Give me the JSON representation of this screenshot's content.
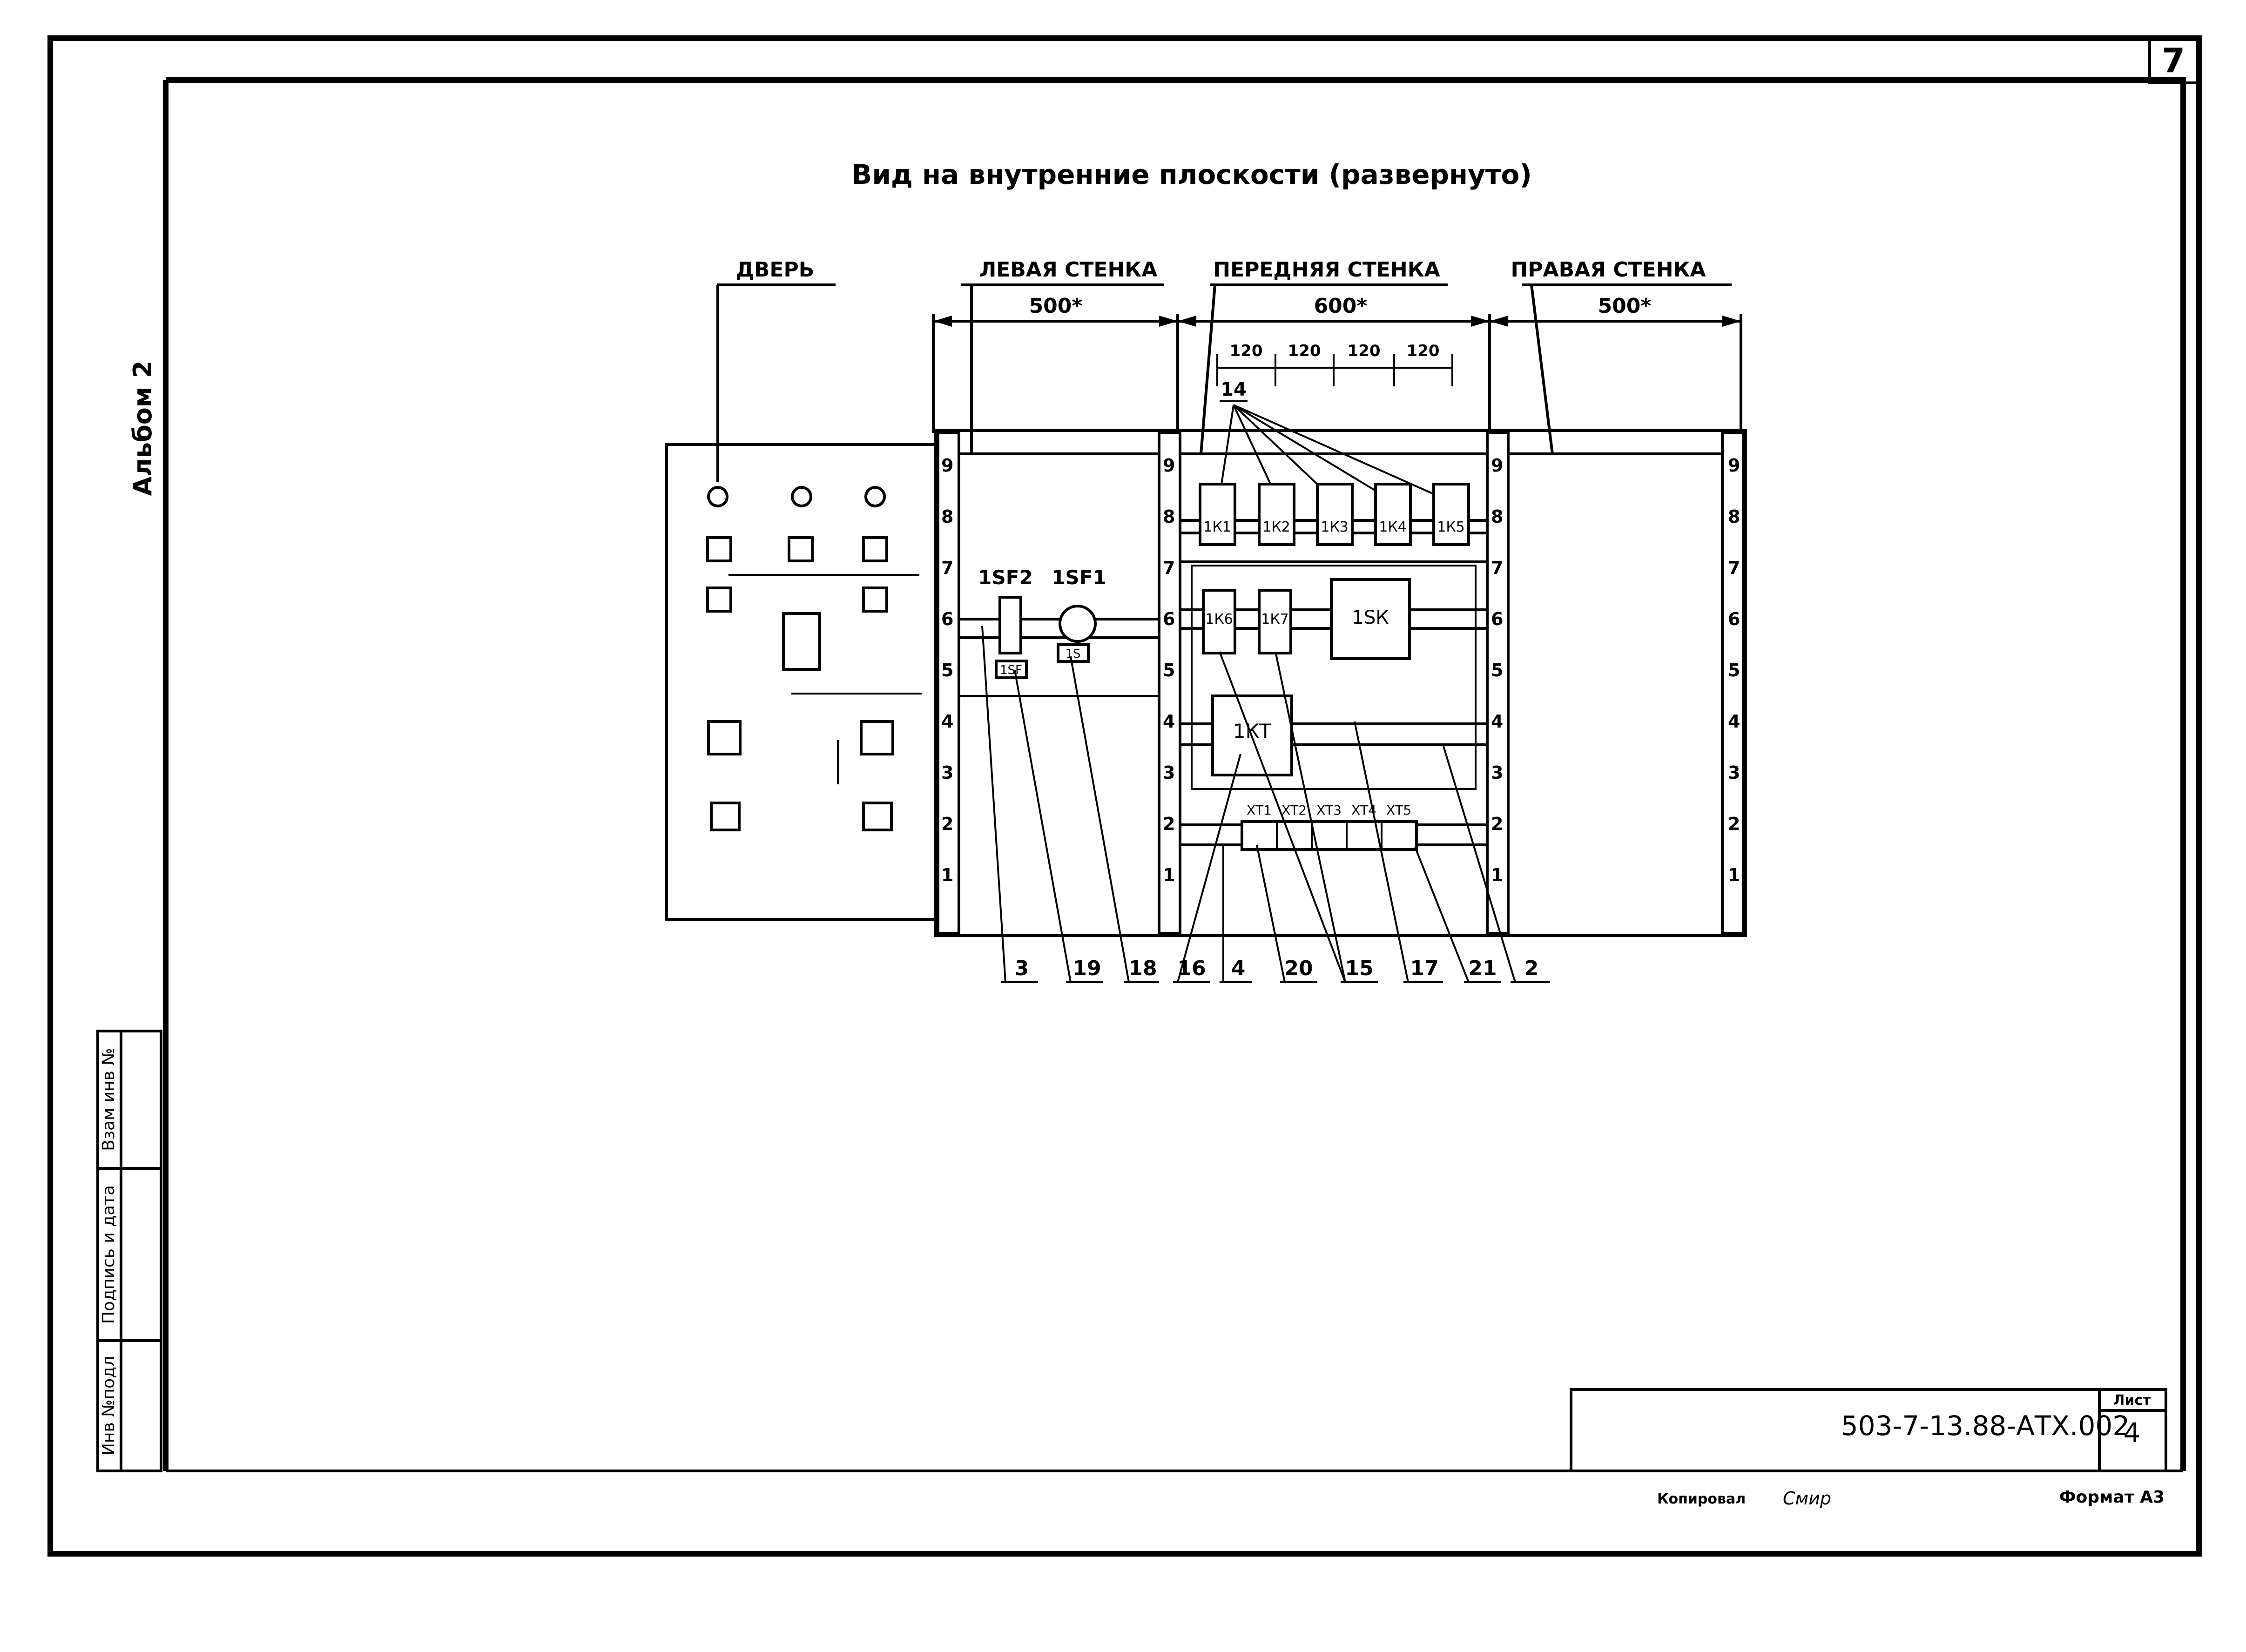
{
  "sheet": {
    "corner_number": "7",
    "album_label": "Альбом 2",
    "side_stamp": [
      "Инв №подл",
      "Подпись и дата",
      "Взам инв №"
    ],
    "title": "Вид на внутренние плоскости (развернуто)",
    "doc_code": "503-7-13.88-АТХ.002",
    "sheet_label": "Лист",
    "sheet_number": "4",
    "copied_by_label": "Копировал",
    "copied_by_signature": "Смир",
    "format_label": "Формат А3"
  },
  "panels": {
    "door": "ДВЕРЬ",
    "left_wall": "ЛЕВАЯ СТЕНКА",
    "front_wall": "ПЕРЕДНЯЯ СТЕНКА",
    "right_wall": "ПРАВАЯ СТЕНКА"
  },
  "dimensions": {
    "left_width": "500*",
    "front_width": "600*",
    "right_width": "500*",
    "spacing": [
      "120",
      "120",
      "120",
      "120"
    ],
    "callout_14": "14"
  },
  "rail_scale": [
    "9",
    "8",
    "7",
    "6",
    "5",
    "4",
    "3",
    "2",
    "1"
  ],
  "devices": {
    "relays_top": [
      "1К1",
      "1К2",
      "1К3",
      "1К4",
      "1К5"
    ],
    "relays_mid": [
      "1К6",
      "1К7"
    ],
    "contactor": "1SК",
    "transformer": "1КТ",
    "fuse": "1SF2",
    "breaker": "1SF1",
    "fuse_tag": "1SF",
    "breaker_tag": "1S",
    "terminals": [
      "ХТ1",
      "ХТ2",
      "ХТ3",
      "ХТ4",
      "ХТ5"
    ]
  },
  "position_callouts": [
    "3",
    "19",
    "18",
    "16",
    "4",
    "20",
    "15",
    "17",
    "21",
    "2"
  ]
}
